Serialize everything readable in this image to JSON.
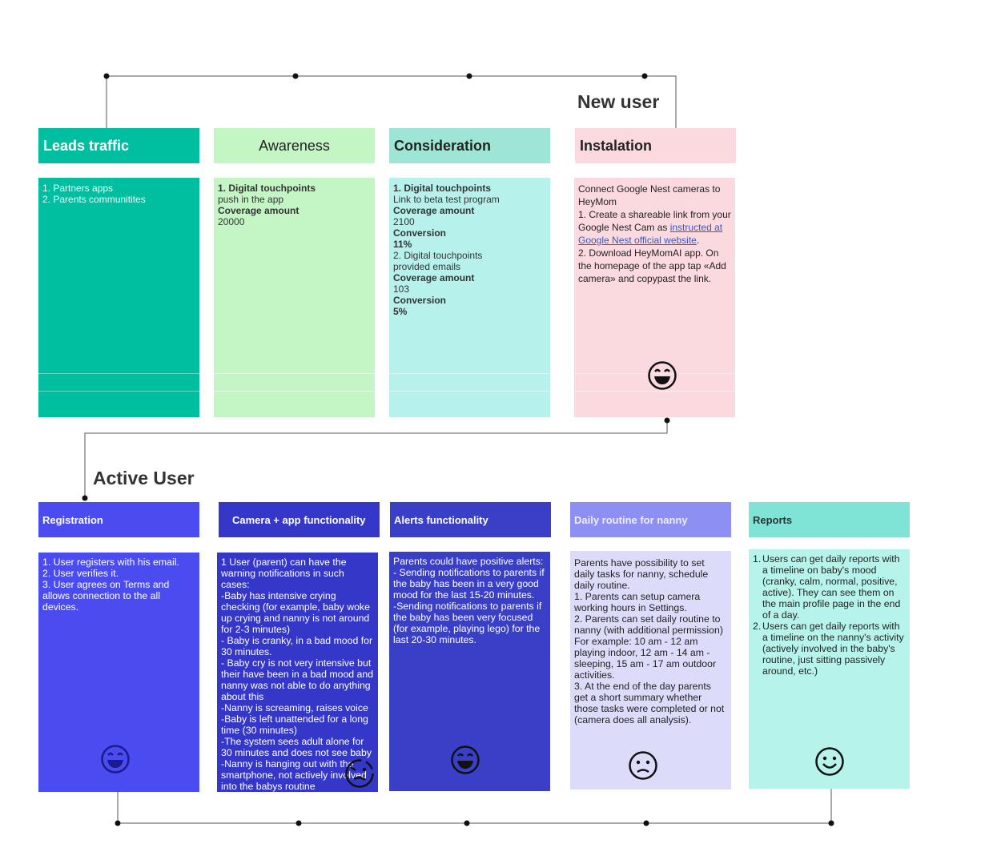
{
  "sections": {
    "new_user": "New user",
    "active_user": "Active User"
  },
  "stages_top": [
    {
      "title": "Leads traffic",
      "lines": [
        "1. Partners apps",
        "2. Parents communitites"
      ]
    },
    {
      "title": "Awareness",
      "lines": [
        "1. Digital touchpoints",
        "push in the app",
        "Coverage amount",
        "20000"
      ]
    },
    {
      "title": "Consideration",
      "lines": [
        "1. Digital touchpoints",
        "Link to beta test program",
        "Coverage amount",
        "2100",
        "Conversion",
        "11%",
        "2. Digital touchpoints",
        "provided emails",
        "Coverage amount",
        "103",
        "Conversion",
        "5%"
      ]
    },
    {
      "title": "Instalation",
      "intro": "Connect Google Nest cameras to HeyMom",
      "step1a": "1. Create a shareable link from your Google Nest Cam as ",
      "step1link": "instructed at Google Nest official website",
      "step1b": ".",
      "step2": "2. Download HeyMomAI app. On the homepage of the app tap «Add camera» and copypast the link."
    }
  ],
  "stages_bottom": [
    {
      "title": "Registration",
      "text": "1. User registers with his email.\n2. User verifies it.\n3. User agrees on Terms and allows connection to the all devices."
    },
    {
      "title": "Camera + app functionality",
      "text": "1 User (parent) can have the warning notifications in such cases:\n-Baby has intensive crying checking (for example, baby woke up crying and nanny is not around for 2-3 minutes)\n- Baby is cranky, in a bad mood for 30 minutes.\n- Baby cry is not very intensive but their have been in a bad mood and nanny was not able to do anything about this\n-Nanny is screaming, raises voice\n-Baby is left unattended for a long time (30 minutes)\n-The system sees adult alone for 30 minutes and does not see baby\n-Nanny is hanging out with the smartphone, not actively involved into the babys routine"
    },
    {
      "title": "Alerts functionality",
      "text": "Parents could have positive alerts:\n- Sending notifications to parents if the baby has been in a very good mood for the last 15-20 minutes.\n-Sending notifications to parents if the baby has been very focused (for example, playing lego) for the last 20-30 minutes."
    },
    {
      "title": "Daily routine for nanny",
      "text": "Parents have possibility to set daily tasks for nanny, schedule daily routine.\n1. Parents can setup camera working hours in Settings.\n2. Parents can set daily routine to nanny (with additional permission)\nFor example: 10 am - 12 am playing indoor, 12 am - 14 am - sleeping, 15 am - 17 am outdoor activities.\n3. At the end of the day parents get a short summary whether those tasks were completed or not (camera does all analysis)."
    },
    {
      "title": "Reports",
      "items": [
        "Users can get daily reports with a timeline on baby's mood (cranky, calm, normal, positive, active). They can see them on the main profile page in the end of a day.",
        "Users can get daily reports with a timeline on the nanny's activity (actively involved in the baby's routine, just sitting passively around, etc.)"
      ]
    }
  ],
  "colors": {
    "leads": "#00bfa0",
    "awareness": "#c4f5c4",
    "consideration_header": "#9ee5d6",
    "consideration_body": "#b6f2eb",
    "instalation": "#fbdadf",
    "registration": "#4b4cf0",
    "camera": "#3437c7",
    "alerts": "#3a3fc7",
    "nanny_header": "#8d8ff2",
    "nanny_body": "#dcdcfa",
    "reports_header": "#7fe3d6",
    "reports_body": "#b6f3ea"
  },
  "icons": [
    "laughing-face-icon",
    "laughing-face-icon",
    "winking-face-icon",
    "laughing-face-icon",
    "confused-face-icon",
    "smiling-face-icon"
  ]
}
